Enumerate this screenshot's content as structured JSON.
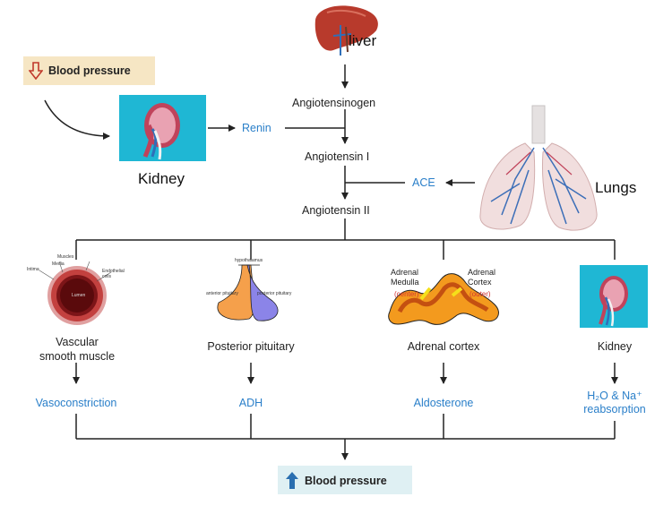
{
  "header": {
    "label": "Blood pressure",
    "icon": "down-arrow-icon",
    "color": "#f6e6c4"
  },
  "organs": {
    "liver": "liver",
    "kidney_top": "Kidney",
    "lungs": "Lungs"
  },
  "cascade": {
    "angiotensinogen": "Angiotensinogen",
    "renin": "Renin",
    "angiotensin_1": "Angiotensin I",
    "ace": "ACE",
    "angiotensin_2": "Angiotensin II"
  },
  "targets": [
    {
      "name": "Vascular\nsmooth muscle",
      "effect": "Vasoconstriction"
    },
    {
      "name": "Posterior pituitary",
      "effect": "ADH"
    },
    {
      "name": "Adrenal cortex",
      "effect": "Aldosterone"
    },
    {
      "name": "Kidney",
      "effect": "H₂O & Na⁺\nreabsorption"
    }
  ],
  "vessel_labels": [
    "Muscles",
    "Intima",
    "Media",
    "Endothelial cells",
    "Lumen"
  ],
  "pituitary_labels": {
    "top": "hypothalamus",
    "left": "anterior pituitary",
    "right": "posterior pituitary"
  },
  "adrenal_labels": {
    "medulla": "Adrenal\nMedulla",
    "medulla_note": "(center)",
    "cortex": "Adrenal\nCortex",
    "cortex_note": "(outer)"
  },
  "result": {
    "label": "Blood pressure",
    "icon": "up-arrow-icon",
    "color": "#dff0f3"
  },
  "colors": {
    "accent": "#2a7fc9",
    "line": "#222222"
  }
}
